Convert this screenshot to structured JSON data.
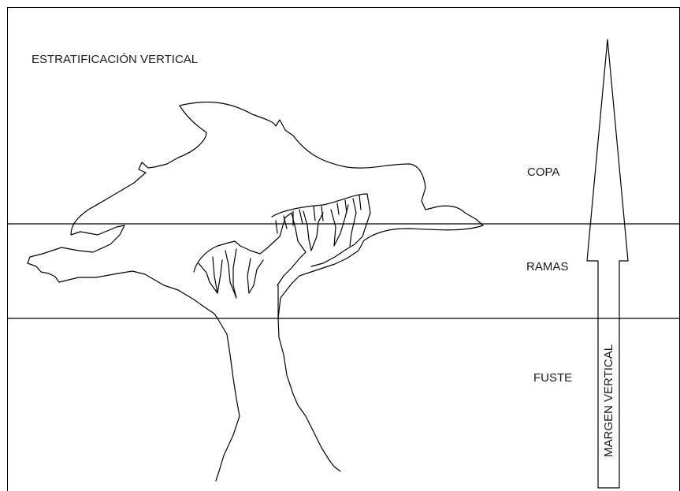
{
  "diagram": {
    "title": "ESTRATIFICACIÓN VERTICAL",
    "layers": [
      {
        "id": "copa",
        "label": "COPA"
      },
      {
        "id": "ramas",
        "label": "RAMAS"
      },
      {
        "id": "fuste",
        "label": "FUSTE"
      }
    ],
    "arrow_label": "MARGEN VERTICAL",
    "colors": {
      "line": "#000000",
      "text": "#1a1a1a",
      "background": "#ffffff"
    }
  }
}
